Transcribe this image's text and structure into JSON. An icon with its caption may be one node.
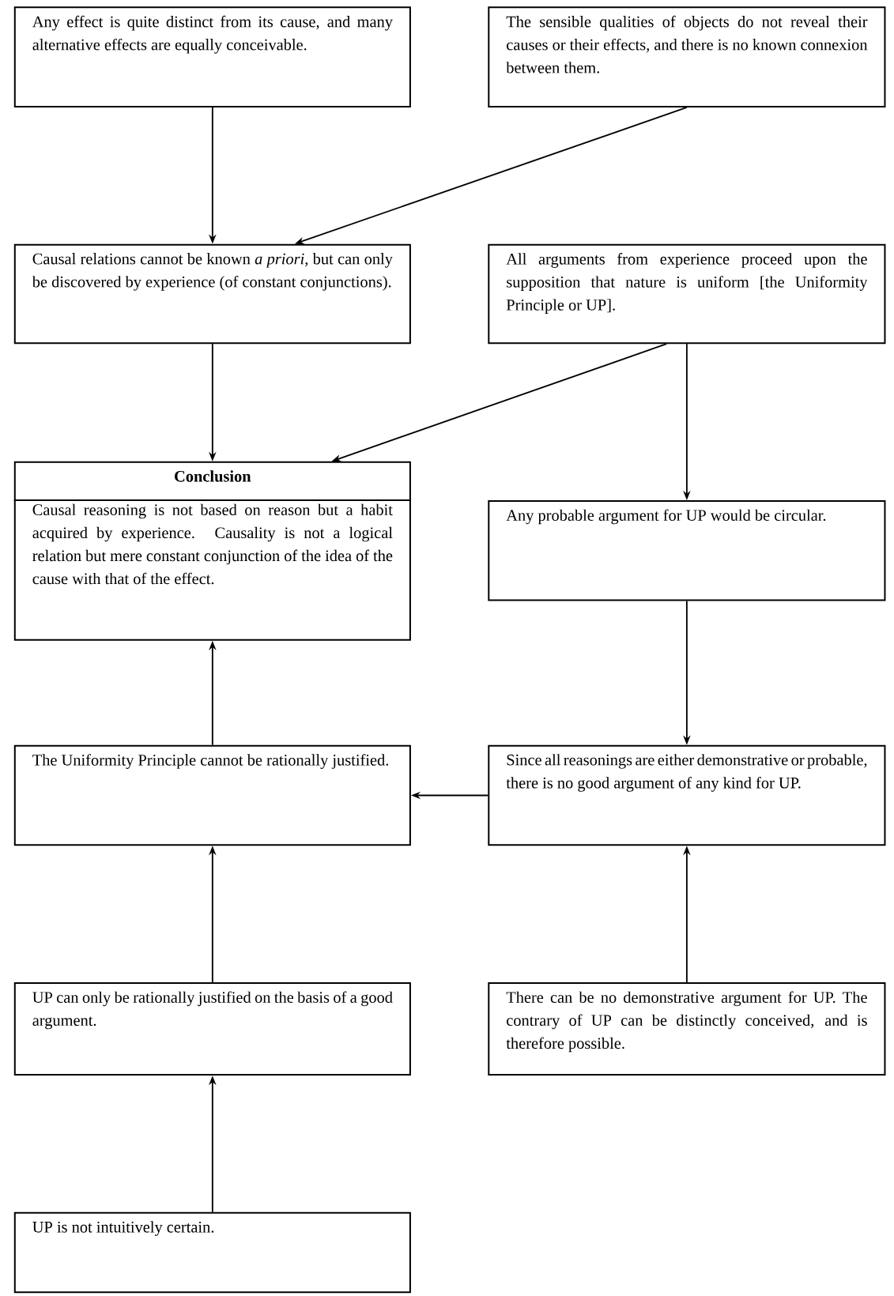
{
  "diagram": {
    "nodes": [
      {
        "text": [
          "Any effect is quite distinct from its cause, and many alternative effects are equally conceivable."
        ]
      },
      {
        "text": [
          "The sensible qualities of objects do not reveal their causes or their effects, and there is no known connexion between them."
        ]
      },
      {
        "text": [
          "Causal relations cannot be known *a priori*, but can only be discovered by experience (of constant conjunctions)."
        ]
      },
      {
        "text": [
          "All arguments from experience proceed upon the supposition that nature is uniform [the Uniformity Principle or UP]."
        ]
      },
      {
        "text": [
          "Conclusion",
          "Causal reasoning is not based on reason but a habit acquired by experience. Causality is not a logical relation but mere constant conjunction of the idea of the cause with that of the effect."
        ]
      },
      {
        "text": [
          "Any probable argument for UP would be circular."
        ]
      },
      {
        "text": [
          "The Uniformity Principle cannot be rationally justified."
        ]
      },
      {
        "text": [
          "Since all reasonings are either demonstrative or probable, there is no good argument of any kind for UP."
        ]
      },
      {
        "text": [
          "UP can only be rationally justified on the basis of a good argument."
        ]
      },
      {
        "text": [
          "There can be no demonstrative argument for UP. The contrary of UP can be distinctly conceived, and is therefore possible."
        ]
      },
      {
        "text": [
          "UP is not intuitively certain."
        ]
      }
    ],
    "edges": [
      {
        "from": 0,
        "to": 2,
        "arrow": "to"
      },
      {
        "from": 1,
        "to": 2,
        "arrow": "to"
      },
      {
        "from": 2,
        "to": 4,
        "arrow": "to"
      },
      {
        "from": 3,
        "to": 4,
        "arrow": "to"
      },
      {
        "from": 3,
        "to": 5,
        "arrow": "to"
      },
      {
        "from": 5,
        "to": 7,
        "arrow": "to"
      },
      {
        "from": 7,
        "to": 6,
        "arrow": "to"
      },
      {
        "from": 6,
        "to": 4,
        "arrow": "to"
      },
      {
        "from": 8,
        "to": 6,
        "arrow": "to"
      },
      {
        "from": 10,
        "to": 8,
        "arrow": "to"
      },
      {
        "from": 9,
        "to": 7,
        "arrow": "to"
      }
    ]
  }
}
